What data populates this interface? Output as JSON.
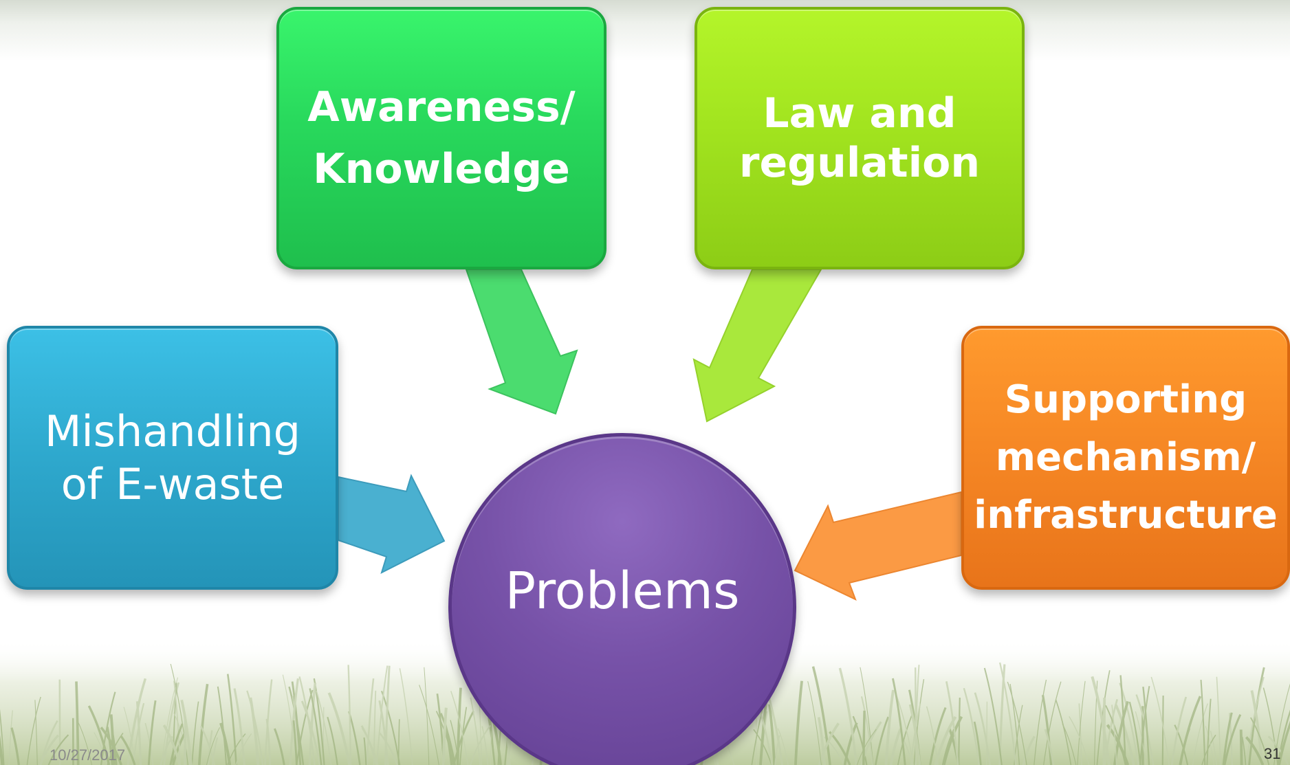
{
  "diagram": {
    "center": {
      "label": "Problems",
      "color": "#7752a8"
    },
    "causes": [
      {
        "id": "awareness",
        "label": "Awareness/\nKnowledge",
        "color": "#2ddf62"
      },
      {
        "id": "law",
        "label": "Law and\nregulation",
        "color": "#a4e620"
      },
      {
        "id": "mishandling",
        "label": "Mishandling\nof E-waste",
        "color": "#2fa9ce"
      },
      {
        "id": "supporting",
        "label": "Supporting\nmechanism/\ninfrastructure",
        "color": "#f38525"
      }
    ],
    "arrows": [
      {
        "from": "awareness",
        "to": "center",
        "color": "#4bdc6f"
      },
      {
        "from": "law",
        "to": "center",
        "color": "#a9e83c"
      },
      {
        "from": "mishandling",
        "to": "center",
        "color": "#4ab0d0"
      },
      {
        "from": "supporting",
        "to": "center",
        "color": "#fb9a44"
      }
    ]
  },
  "footer": {
    "date": "10/27/2017",
    "page_number": "31"
  }
}
